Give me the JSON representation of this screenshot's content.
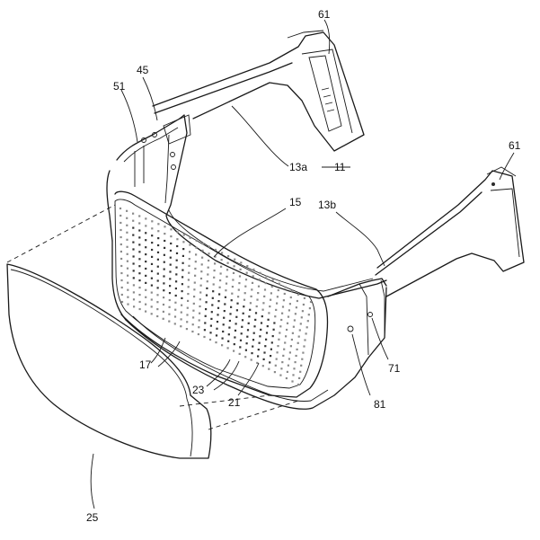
{
  "figure": {
    "labels": {
      "l61a": "61",
      "l45": "45",
      "l51": "51",
      "l13a": "13a",
      "l11": "11",
      "l61b": "61",
      "l13b": "13b",
      "l15": "15",
      "l17": "17",
      "l23": "23",
      "l21": "21",
      "l81": "81",
      "l71": "71",
      "l25": "25"
    }
  }
}
